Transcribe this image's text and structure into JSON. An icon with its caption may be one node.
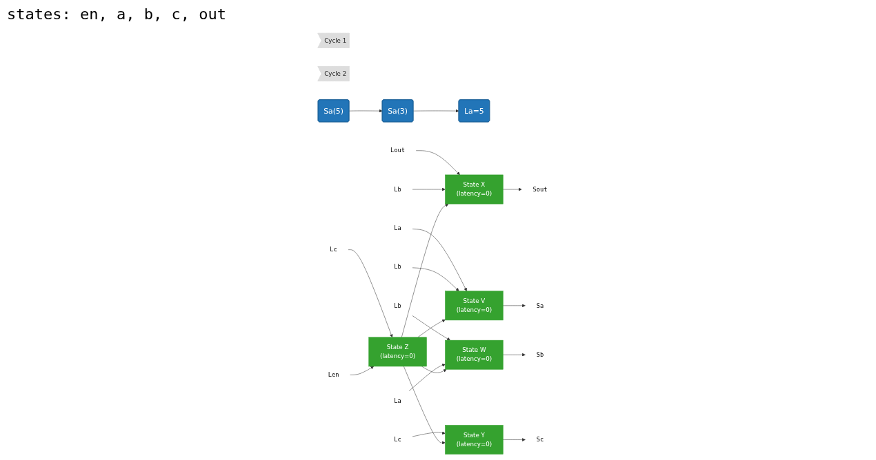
{
  "diagram": {
    "nodes": [
      {
        "text": [
          "Cycle 1"
        ]
      },
      {
        "text": [
          "Cycle 2"
        ]
      },
      {
        "text": [
          "Sa(5)"
        ]
      },
      {
        "text": [
          "Sa(3)"
        ]
      },
      {
        "text": [
          "La=5"
        ]
      },
      {
        "text": [
          "La"
        ]
      },
      {
        "text": [
          "Lb"
        ]
      },
      {
        "text": [
          "State V",
          "(latency=0)"
        ]
      },
      {
        "text": [
          "Sa"
        ]
      },
      {
        "text": [
          "Lb"
        ]
      },
      {
        "text": [
          "La"
        ]
      },
      {
        "text": [
          "State W",
          "(latency=0)"
        ]
      },
      {
        "text": [
          "Sb"
        ]
      },
      {
        "text": [
          "Lout"
        ]
      },
      {
        "text": [
          "Lb"
        ]
      },
      {
        "text": [
          "State X",
          "(latency=0)"
        ]
      },
      {
        "text": [
          "Sout"
        ]
      },
      {
        "text": [
          "Lc"
        ]
      },
      {
        "text": [
          "State Y",
          "(latency=0)"
        ]
      },
      {
        "text": [
          "Sc"
        ]
      },
      {
        "text": [
          "Lc"
        ]
      },
      {
        "text": [
          "Len"
        ]
      },
      {
        "text": [
          "State Z",
          "(latency=0)"
        ]
      }
    ],
    "edges": [
      {
        "from": 2,
        "to": 3,
        "arrow": "to"
      },
      {
        "from": 3,
        "to": 4,
        "arrow": "to"
      },
      {
        "from": 5,
        "to": 7,
        "arrow": "to"
      },
      {
        "from": 6,
        "to": 7,
        "arrow": "to"
      },
      {
        "from": 7,
        "to": 8,
        "arrow": "to"
      },
      {
        "from": 9,
        "to": 11,
        "arrow": "to"
      },
      {
        "from": 10,
        "to": 11,
        "arrow": "to"
      },
      {
        "from": 11,
        "to": 12,
        "arrow": "to"
      },
      {
        "from": 13,
        "to": 15,
        "arrow": "to"
      },
      {
        "from": 14,
        "to": 15,
        "arrow": "to"
      },
      {
        "from": 15,
        "to": 16,
        "arrow": "to"
      },
      {
        "from": 17,
        "to": 18,
        "arrow": "to"
      },
      {
        "from": 18,
        "to": 19,
        "arrow": "to"
      },
      {
        "from": 20,
        "to": 22,
        "arrow": "to"
      },
      {
        "from": 21,
        "to": 22,
        "arrow": "to"
      },
      {
        "from": 22,
        "to": 15,
        "arrow": "to"
      },
      {
        "from": 22,
        "to": 7,
        "arrow": "to"
      },
      {
        "from": 22,
        "to": 11,
        "arrow": "to"
      },
      {
        "from": 22,
        "to": 18,
        "arrow": "to"
      }
    ],
    "labels": [
      "states: en, a, b, c, out"
    ]
  }
}
